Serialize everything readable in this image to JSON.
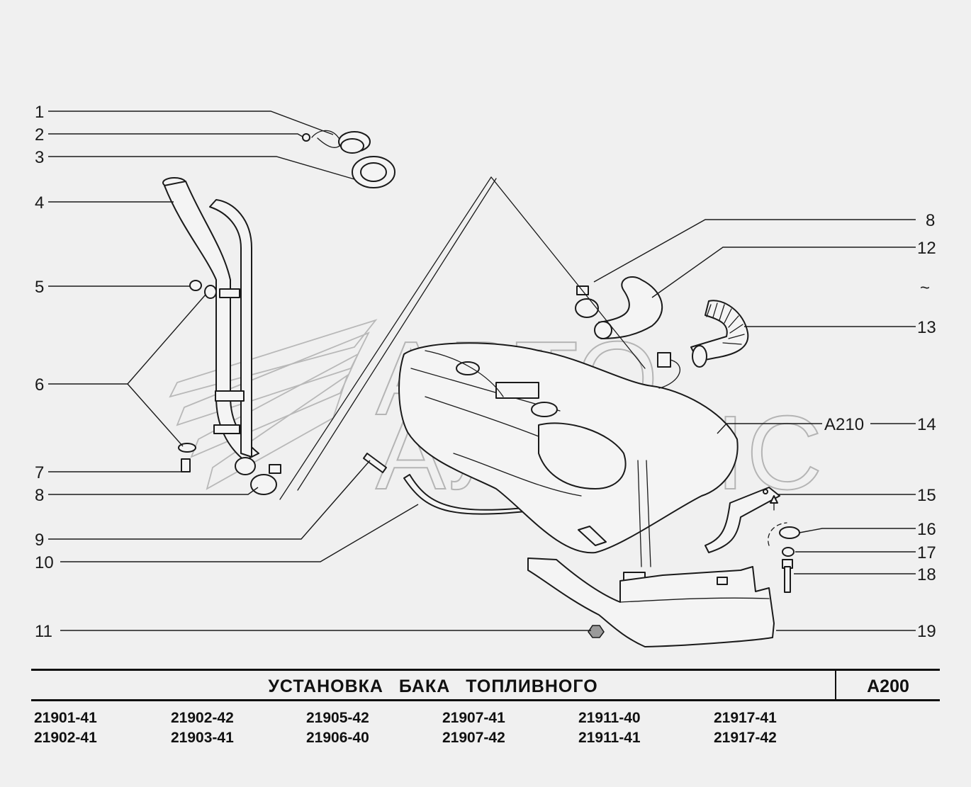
{
  "diagram": {
    "callouts": [
      {
        "id": "c1",
        "label": "1"
      },
      {
        "id": "c2",
        "label": "2"
      },
      {
        "id": "c3",
        "label": "3"
      },
      {
        "id": "c4",
        "label": "4"
      },
      {
        "id": "c5",
        "label": "5"
      },
      {
        "id": "c6",
        "label": "6"
      },
      {
        "id": "c7",
        "label": "7"
      },
      {
        "id": "c8l",
        "label": "8"
      },
      {
        "id": "c9",
        "label": "9"
      },
      {
        "id": "c10",
        "label": "10"
      },
      {
        "id": "c11",
        "label": "11"
      },
      {
        "id": "c8r",
        "label": "8"
      },
      {
        "id": "c12",
        "label": "12"
      },
      {
        "id": "c13",
        "label": "13"
      },
      {
        "id": "c14",
        "label": "14"
      },
      {
        "id": "c15",
        "label": "15"
      },
      {
        "id": "c16",
        "label": "16"
      },
      {
        "id": "c17",
        "label": "17"
      },
      {
        "id": "c18",
        "label": "18"
      },
      {
        "id": "c19",
        "label": "19"
      }
    ],
    "reference": "A210",
    "tilde": "~",
    "watermark_line1": "АВТО",
    "watermark_line2": "АЛЬЯНС"
  },
  "title_block": {
    "title": "УСТАНОВКА БАКА ТОПЛИВНОГО",
    "sheet_code": "A200"
  },
  "models": [
    [
      "21901-41",
      "21902-41"
    ],
    [
      "21902-42",
      "21903-41"
    ],
    [
      "21905-42",
      "21906-40"
    ],
    [
      "21907-41",
      "21907-42"
    ],
    [
      "21911-40",
      "21911-41"
    ],
    [
      "21917-41",
      "21917-42"
    ]
  ],
  "colors": {
    "background": "#f0f0f0",
    "ink": "#1a1a1a",
    "watermark": "#b4b4b4"
  }
}
